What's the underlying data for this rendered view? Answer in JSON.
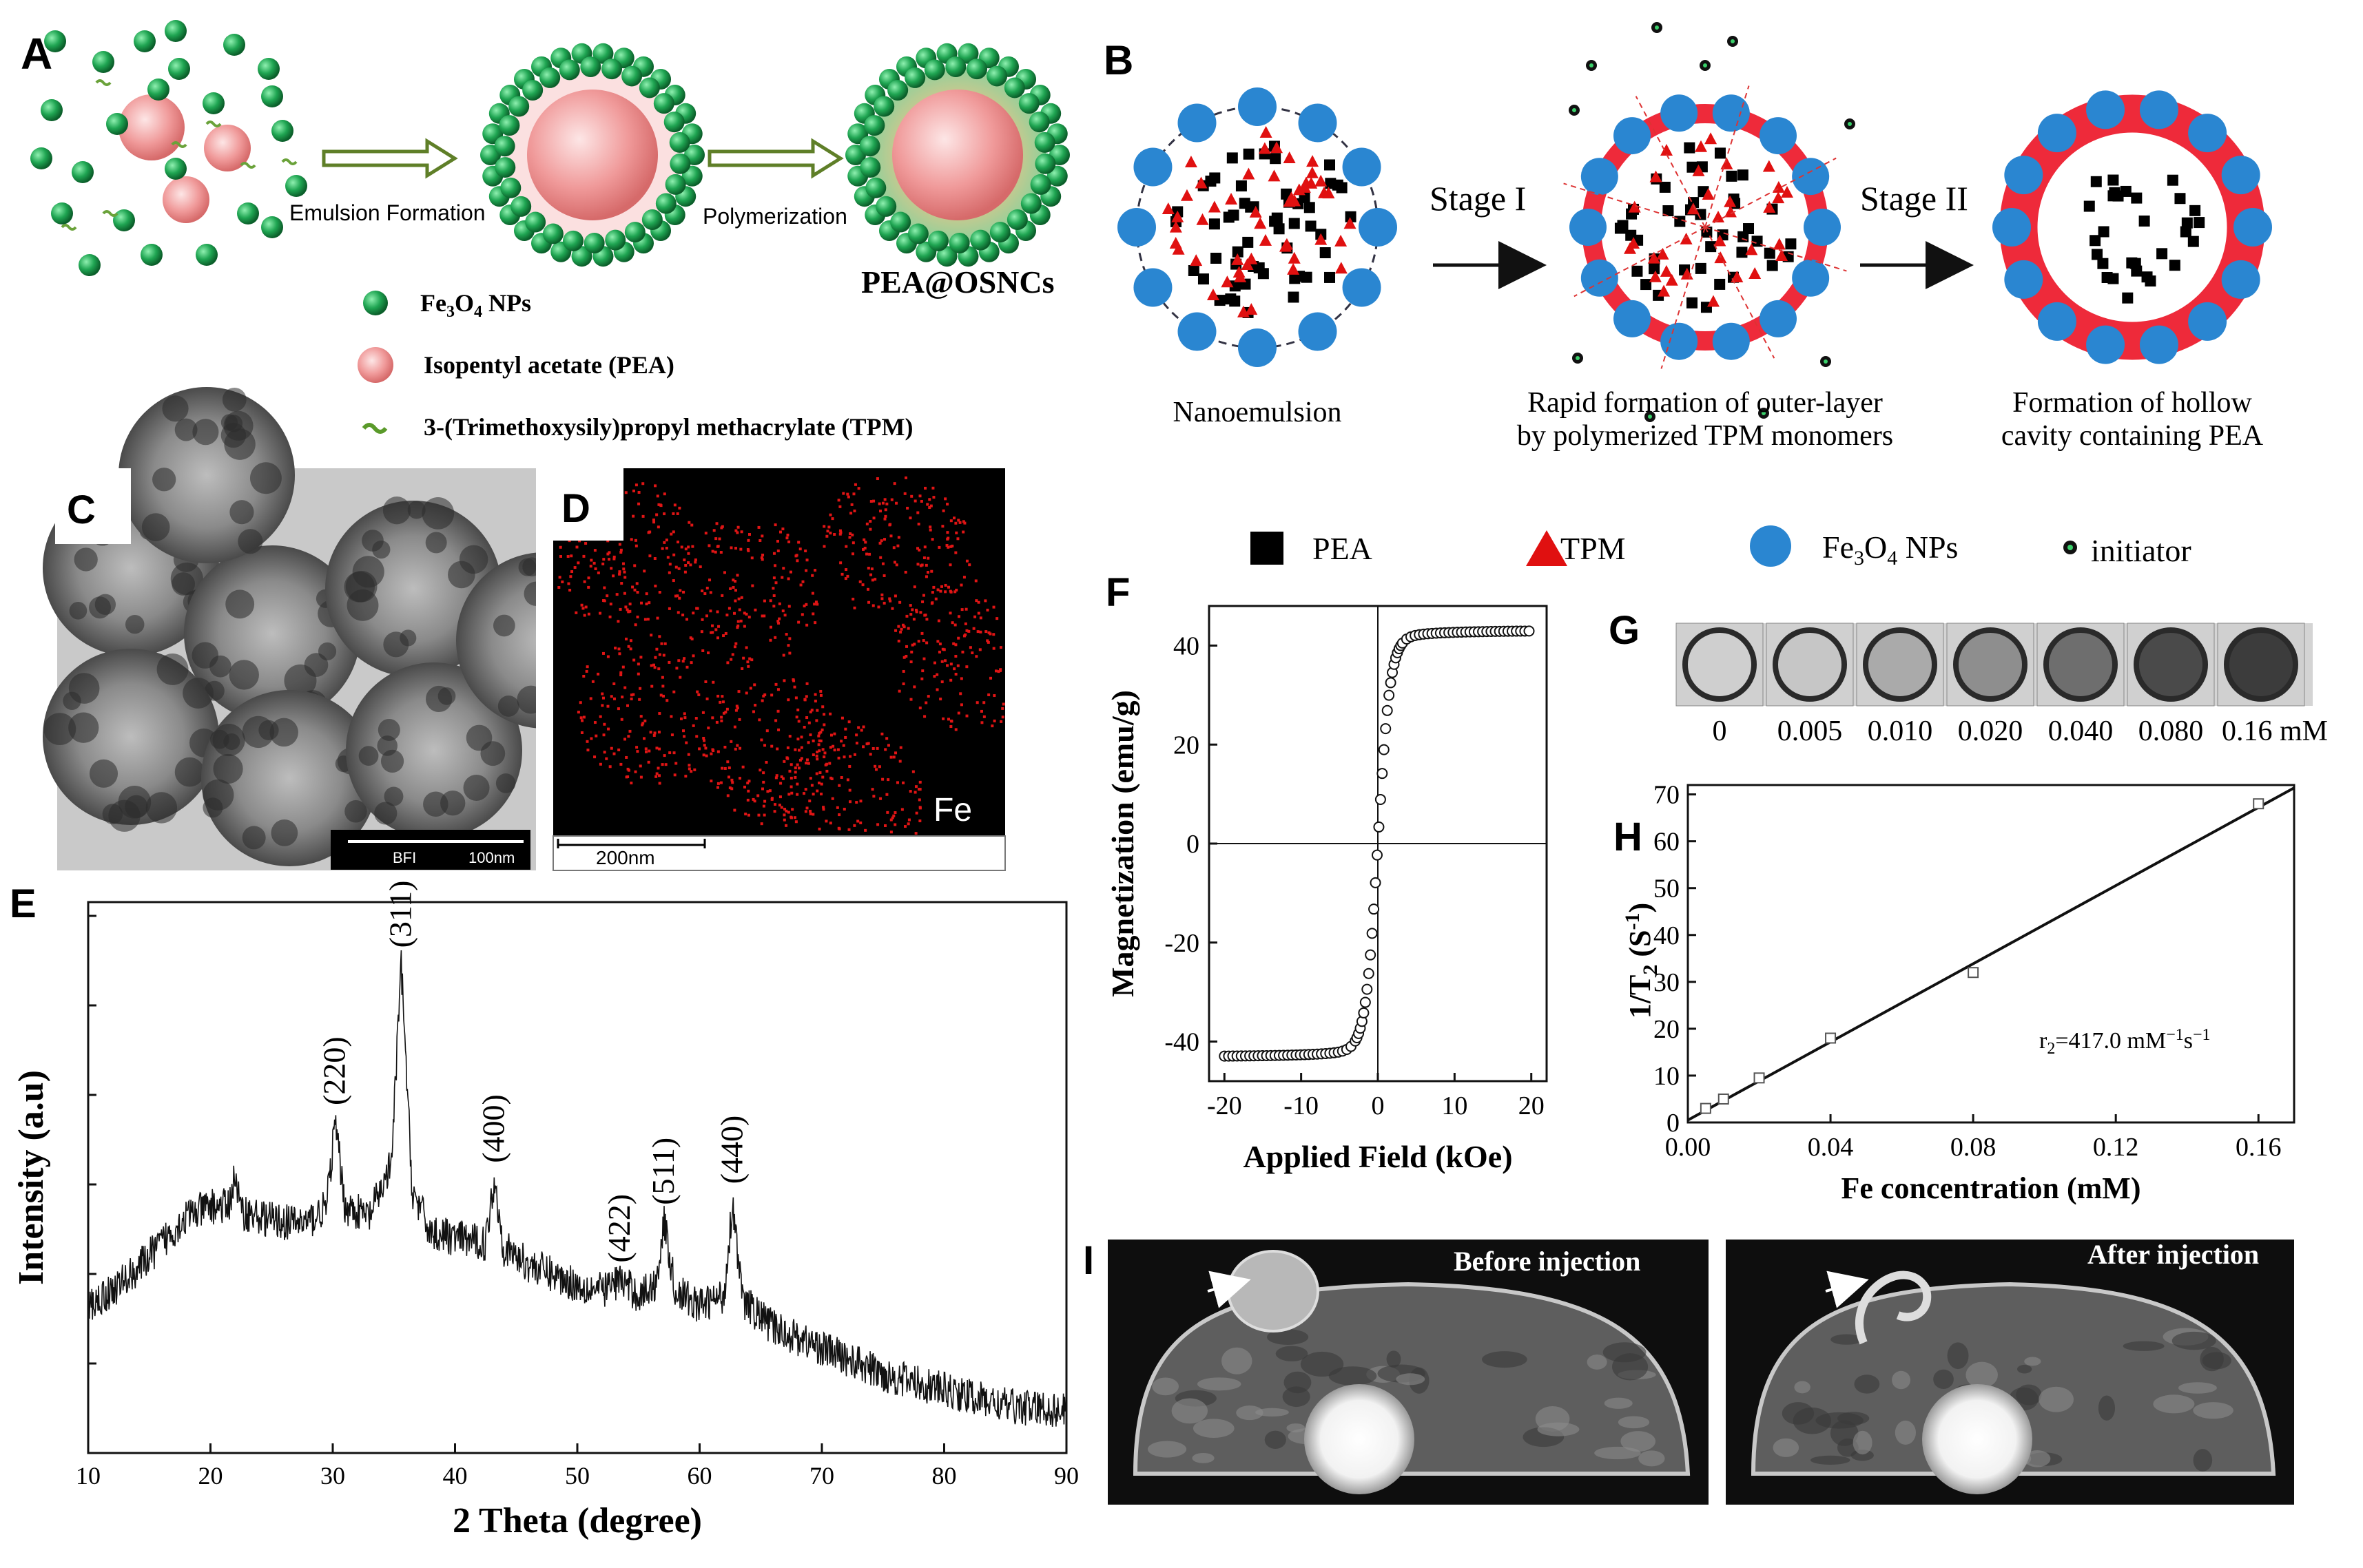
{
  "panels": {
    "A": "A",
    "B": "B",
    "C": "C",
    "D": "D",
    "E": "E",
    "F": "F",
    "G": "G",
    "H": "H",
    "I": "I"
  },
  "panel_a": {
    "arrow1_label": "Emulsion  Formation",
    "arrow2_label": "Polymerization",
    "product_label": "PEA@OSNCs",
    "legend": [
      {
        "label": "Fe",
        "sub": "3",
        "mid": "O",
        "sub2": "4",
        "tail": "  NPs",
        "color": "#1a9a4a"
      },
      {
        "label": "Isopentyl acetate (PEA)",
        "color": "#e89090"
      },
      {
        "label": "3-(Trimethoxysily)propyl methacrylate (TPM)",
        "color": "#5a9a2a"
      }
    ]
  },
  "panel_b": {
    "stage1": "Stage I",
    "stage2": "Stage II",
    "cap1": "Nanoemulsion",
    "cap2_line1": "Rapid formation  of outer-layer",
    "cap2_line2": "by polymerized  TPM monomers",
    "cap3_line1": "Formation  of hollow",
    "cap3_line2": "cavity   containing  PEA",
    "legend": {
      "pea": "PEA",
      "tpm": "TPM",
      "fe_a": "Fe",
      "fe_sub1": "3",
      "fe_b": "O",
      "fe_sub2": "4",
      "fe_c": " NPs",
      "initiator": "initiator"
    }
  },
  "panel_c": {
    "scalebar_left": "BFI",
    "scalebar_right": "100nm"
  },
  "panel_d": {
    "element": "Fe",
    "scalebar": "200nm"
  },
  "panel_g": {
    "labels": [
      "0",
      "0.005",
      "0.010",
      "0.020",
      "0.040",
      "0.080",
      "0.16 mM"
    ]
  },
  "panel_i": {
    "left_label": "Before injection",
    "right_label": "After injection"
  },
  "chart_data": [
    {
      "panel": "E",
      "type": "line",
      "xlabel": "2 Theta (degree)",
      "ylabel": "Intensity (a.u)",
      "xlim": [
        10,
        90
      ],
      "xticks": [
        10,
        20,
        30,
        40,
        50,
        60,
        70,
        80,
        90
      ],
      "peaks": [
        {
          "x": 30.2,
          "label": "(220)"
        },
        {
          "x": 35.6,
          "label": "(311)"
        },
        {
          "x": 43.2,
          "label": "(400)"
        },
        {
          "x": 53.5,
          "label": "(422)"
        },
        {
          "x": 57.1,
          "label": "(511)"
        },
        {
          "x": 62.7,
          "label": "(440)"
        }
      ],
      "series": [
        {
          "x": [
            10,
            12,
            14,
            16,
            18,
            20,
            21.5,
            22,
            22.5,
            24,
            26,
            28,
            29.5,
            30.2,
            31,
            33,
            34.8,
            35.6,
            36.5,
            38,
            40,
            42.5,
            43.2,
            44,
            46,
            48,
            50,
            52,
            53.5,
            55,
            56.4,
            57.1,
            58,
            60,
            62,
            62.7,
            63.5,
            66,
            70,
            75,
            80,
            85,
            90
          ],
          "y": [
            0.28,
            0.31,
            0.35,
            0.4,
            0.45,
            0.47,
            0.47,
            0.53,
            0.46,
            0.45,
            0.44,
            0.44,
            0.47,
            0.63,
            0.47,
            0.45,
            0.55,
            0.93,
            0.5,
            0.42,
            0.41,
            0.4,
            0.52,
            0.39,
            0.36,
            0.34,
            0.32,
            0.31,
            0.33,
            0.3,
            0.32,
            0.44,
            0.31,
            0.28,
            0.3,
            0.48,
            0.29,
            0.24,
            0.2,
            0.15,
            0.12,
            0.09,
            0.08
          ]
        }
      ]
    },
    {
      "panel": "F",
      "type": "scatter",
      "xlabel": "Applied Field (kOe)",
      "ylabel": "Magnetization (emu/g)",
      "xlim": [
        -22,
        22
      ],
      "ylim": [
        -48,
        48
      ],
      "xticks": [
        -20,
        -10,
        0,
        10,
        20
      ],
      "yticks": [
        40,
        20,
        0,
        -20,
        -40
      ],
      "saturation": 43
    },
    {
      "panel": "H",
      "type": "scatter",
      "xlabel": "Fe concentration (mM)",
      "ylabel_a": "1/T",
      "ylabel_sub": "2",
      "ylabel_b": " (S",
      "ylabel_sup": "-1",
      "ylabel_c": ")",
      "xlim": [
        0,
        0.17
      ],
      "ylim": [
        0,
        72
      ],
      "xticks": [
        0.0,
        0.04,
        0.08,
        0.12,
        0.16
      ],
      "xticklabels": [
        "0.00",
        "0.04",
        "0.08",
        "0.12",
        "0.16"
      ],
      "yticks": [
        0,
        10,
        20,
        30,
        40,
        50,
        60,
        70
      ],
      "points": {
        "x": [
          0.005,
          0.01,
          0.02,
          0.04,
          0.08,
          0.16
        ],
        "y": [
          3.0,
          5.0,
          9.5,
          18.0,
          32.0,
          68.0
        ]
      },
      "fit": {
        "slope": 417.0,
        "intercept": 0.5
      },
      "annotation_a": "r",
      "annotation_sub": "2",
      "annotation_b": "=417.0 mM",
      "annotation_sup1": "−1",
      "annotation_c": "s",
      "annotation_sup2": "−1"
    }
  ]
}
